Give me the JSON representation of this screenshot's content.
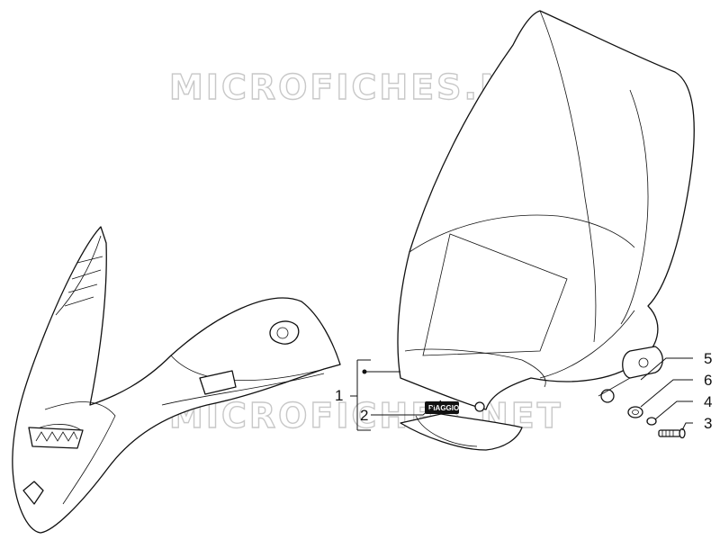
{
  "watermark": {
    "top": "MICROFICHES.NET",
    "bottom": "MICROFICHES.NET"
  },
  "logo": {
    "text": "PIAGGIO"
  },
  "callouts": [
    {
      "id": "c1",
      "label": "1"
    },
    {
      "id": "c2",
      "label": "2"
    },
    {
      "id": "c5",
      "label": "5"
    },
    {
      "id": "c6",
      "label": "6"
    },
    {
      "id": "c4",
      "label": "4"
    },
    {
      "id": "c3",
      "label": "3"
    }
  ]
}
